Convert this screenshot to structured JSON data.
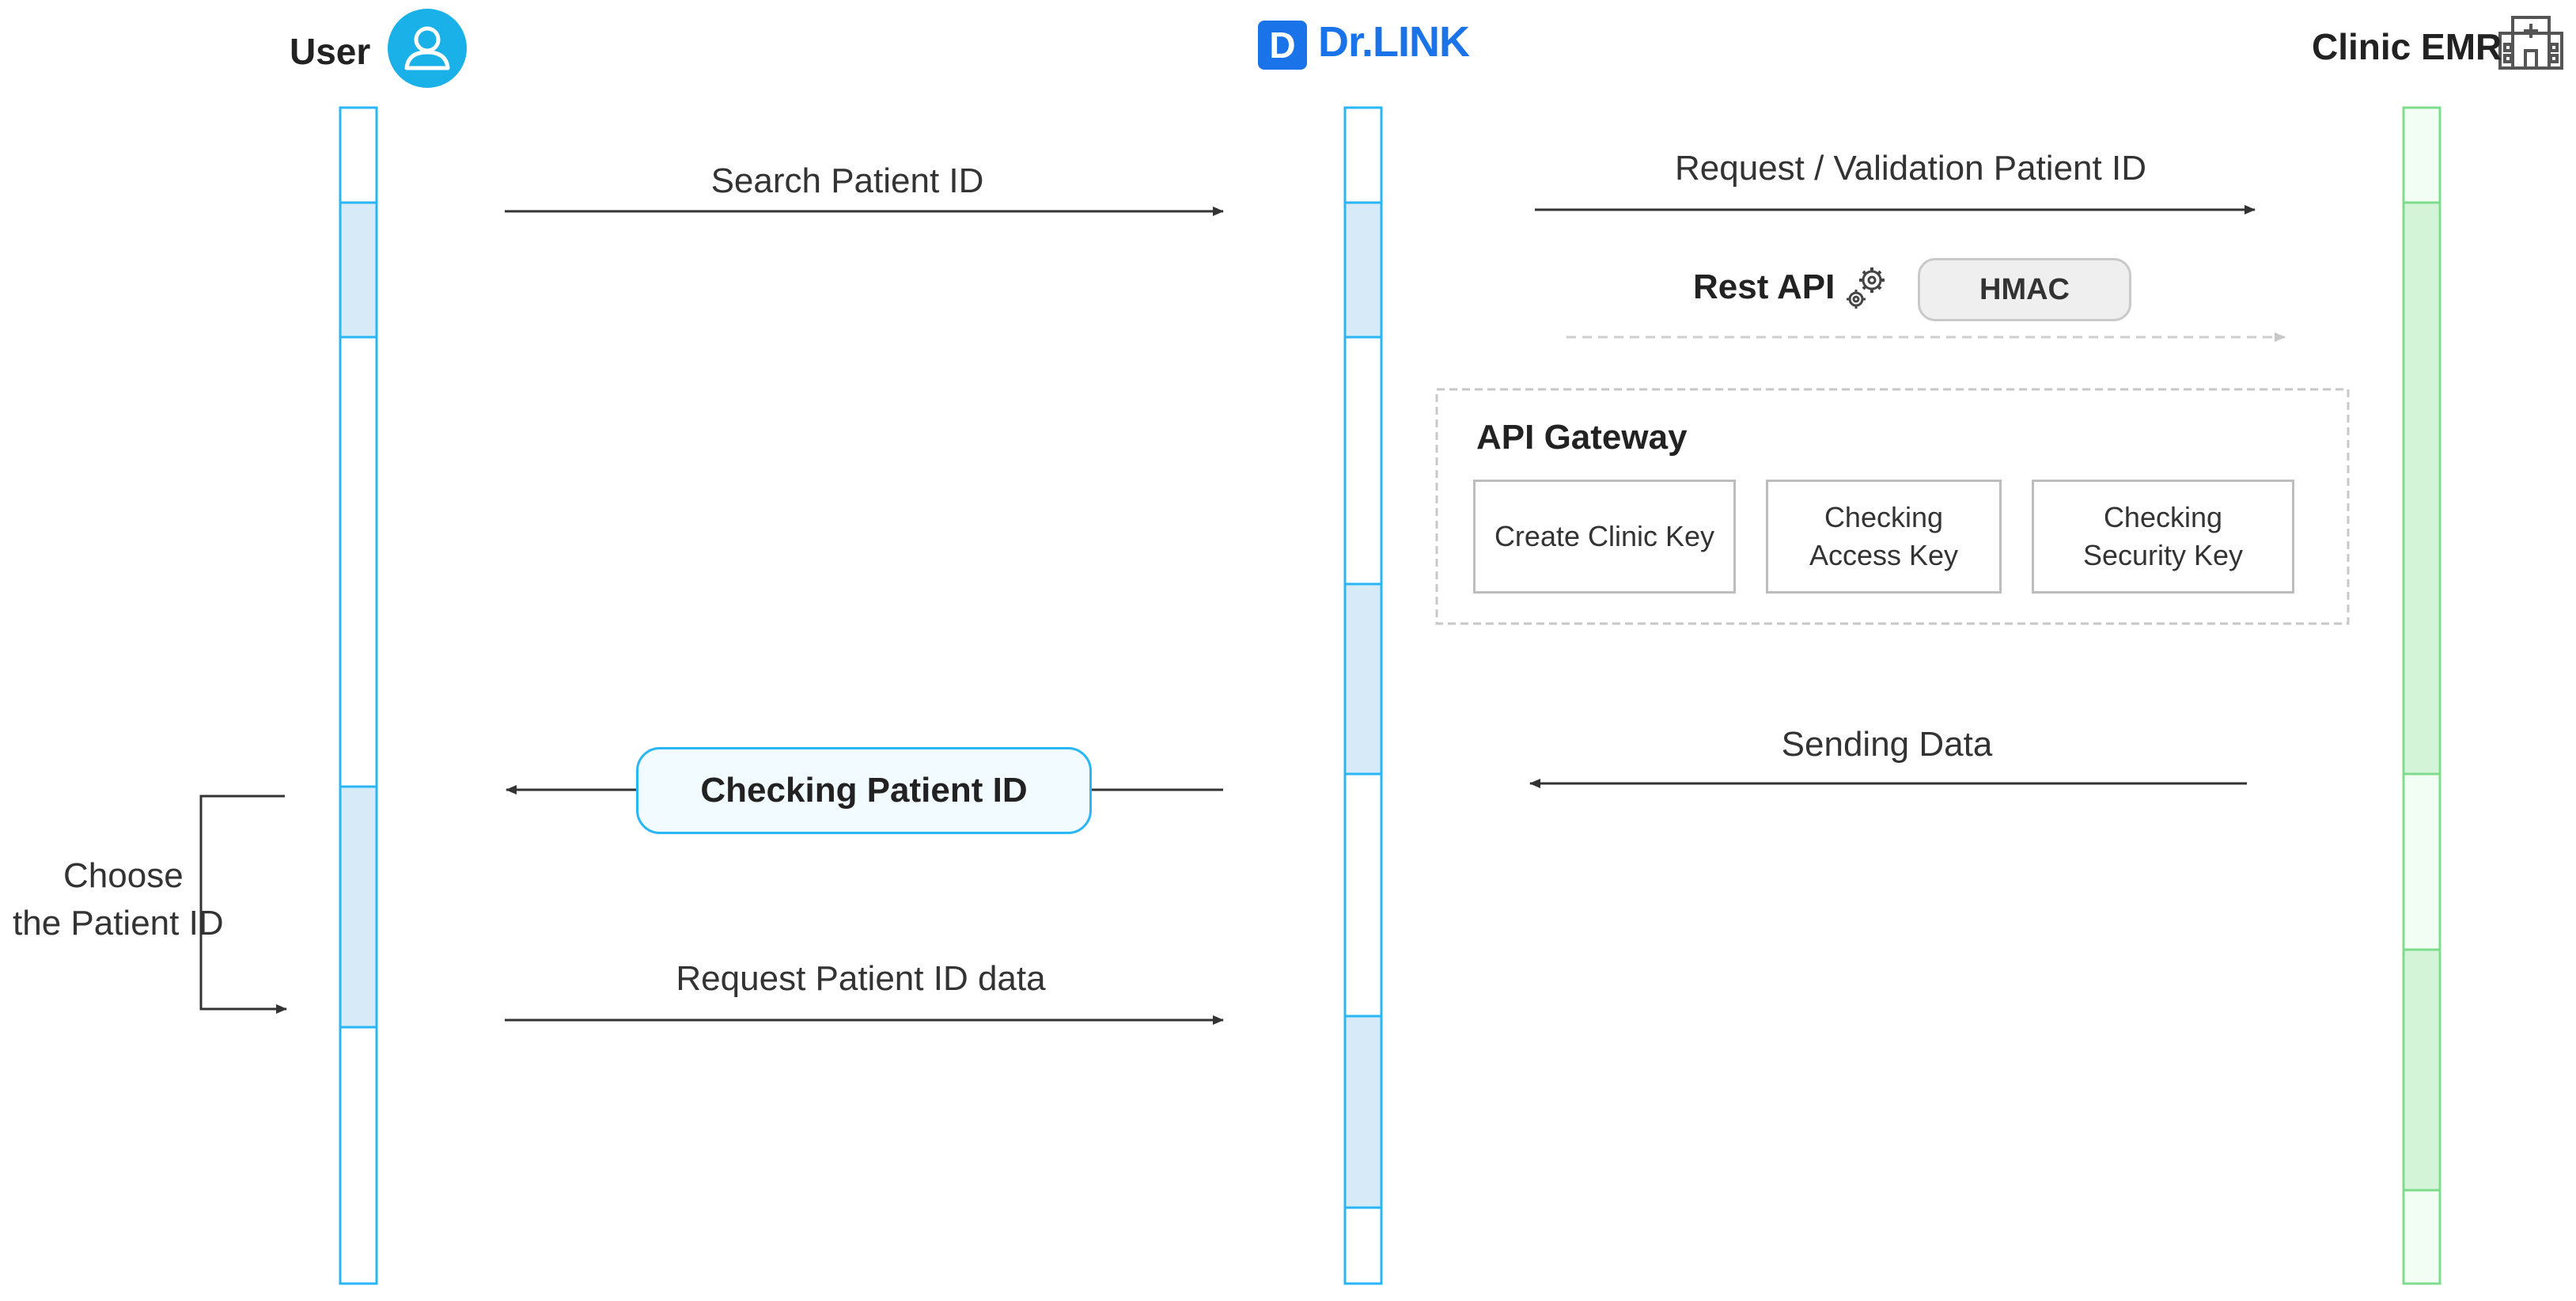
{
  "actors": {
    "user": {
      "label": "User",
      "icon": "user-icon",
      "color": "#1ab0e8"
    },
    "drlink": {
      "logo_letter": "D",
      "label": "Dr.LINK",
      "color": "#1a73e8"
    },
    "emr": {
      "label": "Clinic EMR",
      "icon": "hospital-icon"
    }
  },
  "messages": {
    "search": "Search Patient ID",
    "request_validation": "Request / Validation Patient ID",
    "rest_api": "Rest API",
    "hmac": "HMAC",
    "sending_data": "Sending Data",
    "checking_patient": "Checking Patient ID",
    "request_data": "Request Patient ID data"
  },
  "gateway": {
    "title": "API Gateway",
    "keys": [
      "Create Clinic Key",
      "Checking\nAccess Key",
      "Checking\nSecurity Key"
    ]
  },
  "user_action": {
    "line1": "Choose",
    "line2": "the Patient ID"
  },
  "colors": {
    "lifeline_blue": "#29b6f6",
    "lifeline_blue_fill": "#d6ebf7",
    "lifeline_green": "#7fdc8f",
    "lifeline_green_fill": "#d4f4d7",
    "arrow": "#333333",
    "dashed": "#cccccc"
  }
}
